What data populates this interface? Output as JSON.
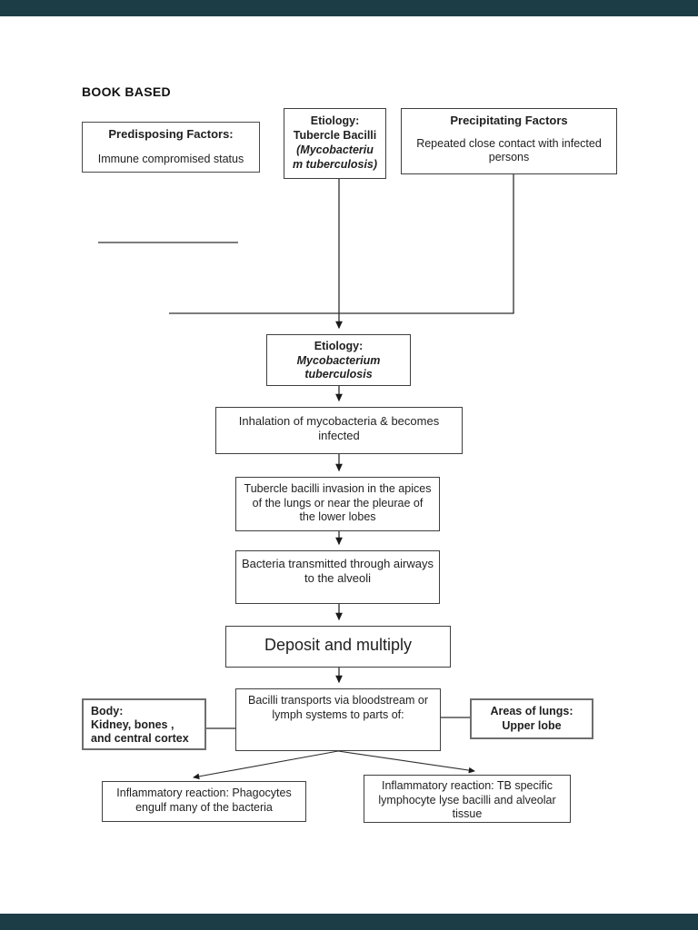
{
  "page": {
    "heading": "BOOK BASED"
  },
  "theme": {
    "viewer_bar_color": "#1c3d45",
    "box_border_color": "#3f3f3f",
    "text_color": "#1f1f1f"
  },
  "boxes": {
    "predisposing": {
      "title": "Predisposing Factors:",
      "body": "Immune compromised status"
    },
    "etiology_top": {
      "lines": [
        "Etiology:",
        "Tubercle Bacilli",
        "(Mycobacteriu",
        "m tuberculosis)"
      ]
    },
    "precipitating": {
      "title": "Precipitating Factors",
      "lines": [
        "Repeated close contact with infected",
        "persons"
      ]
    },
    "etiology_mid": {
      "lines": [
        "Etiology:",
        "Mycobacterium",
        "tuberculosis"
      ]
    },
    "inhalation": {
      "lines": [
        "Inhalation of mycobacteria & becomes",
        "infected"
      ]
    },
    "invasion": {
      "lines": [
        "Tubercle bacilli invasion in the apices",
        "of the lungs or near the pleurae of",
        "the lower lobes"
      ]
    },
    "airways": {
      "lines": [
        "Bacteria transmitted through airways",
        "to the alveoli"
      ]
    },
    "deposit": {
      "label": "Deposit and multiply"
    },
    "bacilli": {
      "lines": [
        "Bacilli transports via bloodstream or",
        "lymph systems to parts of:"
      ]
    },
    "body_sites": {
      "lines": [
        "Body:",
        "Kidney, bones ,",
        "and central cortex"
      ]
    },
    "lung_areas": {
      "lines": [
        "Areas of lungs:",
        "Upper lobe"
      ]
    },
    "inflammatory_left": {
      "lines": [
        "Inflammatory reaction: Phagocytes",
        "engulf many of the bacteria"
      ]
    },
    "inflammatory_right": {
      "lines": [
        "Inflammatory reaction: TB specific",
        "lymphocyte lyse bacilli and alveolar",
        "tissue"
      ]
    }
  }
}
